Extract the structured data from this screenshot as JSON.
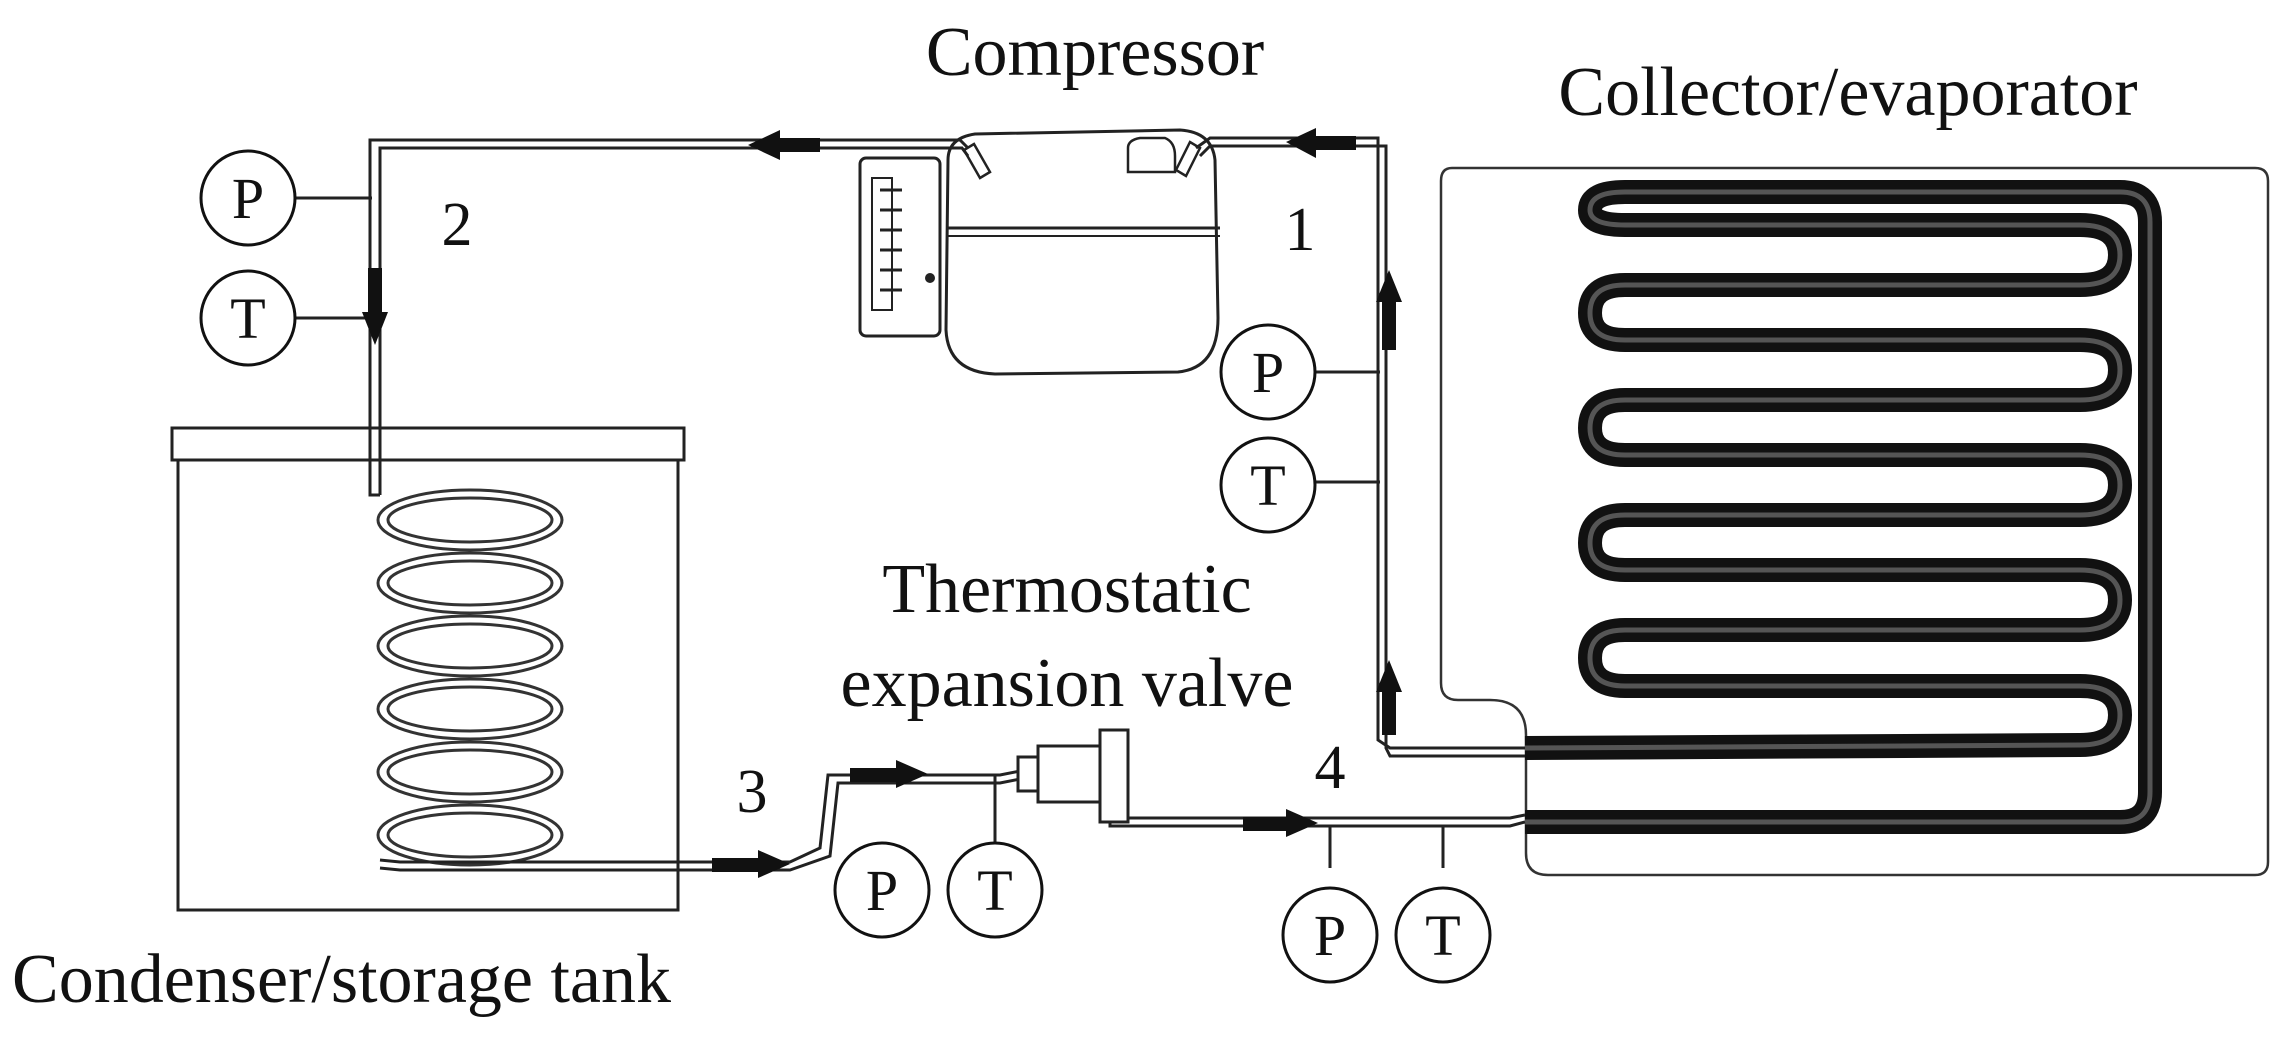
{
  "labels": {
    "compressor": "Compressor",
    "collector": "Collector/evaporator",
    "condenser": "Condenser/storage tank",
    "valve_line1": "Thermostatic",
    "valve_line2": "expansion valve"
  },
  "state_points": {
    "p1": "1",
    "p2": "2",
    "p3": "3",
    "p4": "4"
  },
  "gauges": {
    "pressure": "P",
    "temperature": "T"
  }
}
